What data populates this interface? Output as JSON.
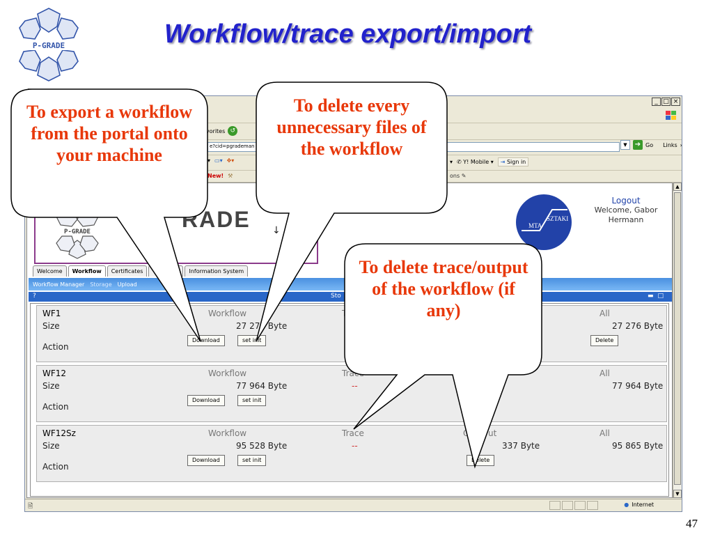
{
  "slide": {
    "title": "Workflow/trace export/import",
    "number": "47",
    "logo_text": "P-GRADE"
  },
  "browser": {
    "favorites_label": "avorites",
    "address_value": "e?cid=pgrademan",
    "go_label": "Go",
    "links_label": "Links",
    "toolbar_items": [
      "Y! Mobile",
      "Sign in"
    ],
    "toolbar_fragment": "ons",
    "new_badge": "New!",
    "status_zone": "Internet"
  },
  "portal": {
    "logo_text": "P-GRADE",
    "wordmark": "RADE",
    "logout": "Logout",
    "welcome_line1": "Welcome, Gabor",
    "welcome_line2": "Hermann",
    "mta_text_left": "MTA",
    "mta_text_right": "SZTAKI",
    "tabs": [
      "Welcome",
      "Workflow",
      "Certificates",
      "",
      "Information System"
    ],
    "subnav": [
      "Workflow Manager",
      "Storage",
      "Upload"
    ],
    "storage_title": "Sto",
    "help_mark": "?"
  },
  "workflows": [
    {
      "name": "WF1",
      "size_label": "Size",
      "action_label": "Action",
      "workflow_head": "Workflow",
      "workflow_size": "27 276 Byte",
      "trace_head": "Tr",
      "all_head": "All",
      "all_size": "27 276 Byte",
      "buttons": {
        "download": "Download",
        "set_init": "set init",
        "delete_all": "Delete"
      }
    },
    {
      "name": "WF12",
      "size_label": "Size",
      "action_label": "Action",
      "workflow_head": "Workflow",
      "workflow_size": "77 964 Byte",
      "trace_head": "Trace",
      "trace_size": "--",
      "all_head": "All",
      "all_size": "77 964 Byte",
      "buttons": {
        "download": "Download",
        "set_init": "set init"
      }
    },
    {
      "name": "WF12Sz",
      "size_label": "Size",
      "action_label": "Action",
      "workflow_head": "Workflow",
      "workflow_size": "95 528 Byte",
      "trace_head": "Trace",
      "trace_size": "--",
      "output_head": "Ou",
      "output_head_tail": "ut",
      "output_size": "337 Byte",
      "all_head": "All",
      "all_size": "95 865 Byte",
      "buttons": {
        "download": "Download",
        "set_init": "set init",
        "delete_output": "Delete"
      }
    }
  ],
  "callouts": {
    "export": "To export a workflow from the portal onto your machine",
    "delete_files": "To delete every unnecessary files of the workflow",
    "delete_trace": "To delete trace/output of the workflow (if any)"
  },
  "colors": {
    "title": "#2222cc",
    "callout_text": "#e8380a",
    "portal_bar": "#2a67c8",
    "banner_border": "#8b3a8b"
  }
}
